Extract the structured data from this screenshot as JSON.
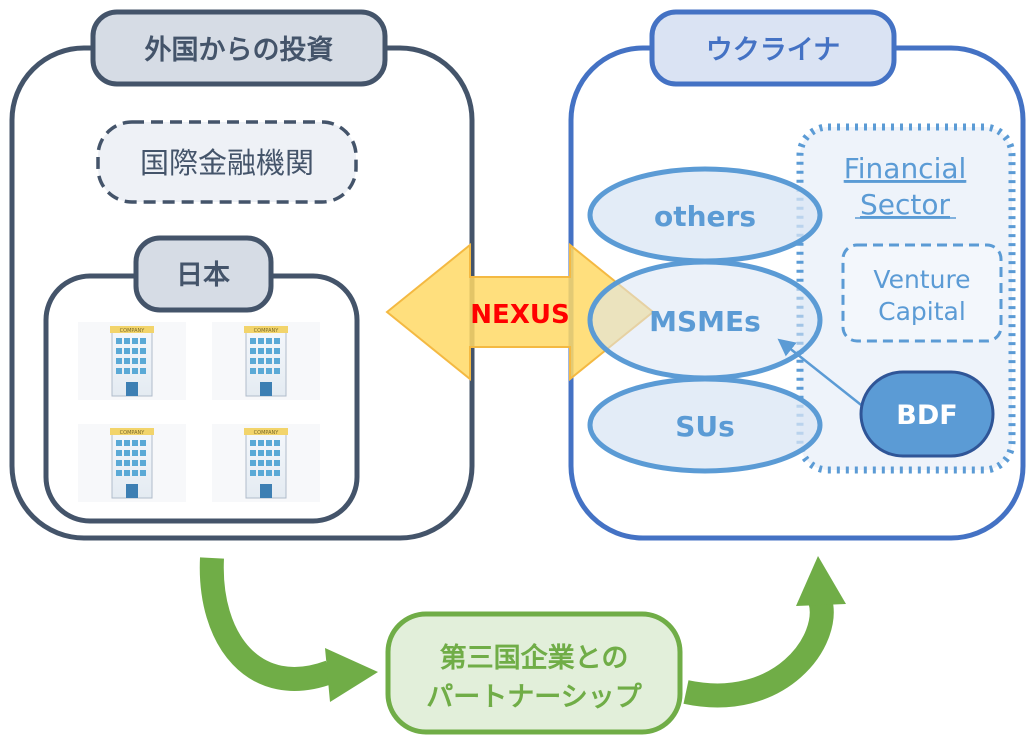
{
  "left_panel": {
    "title": "外国からの投資",
    "institution_label": "国際金融機関",
    "japan_label": "日本",
    "company_sign": "COMPANY"
  },
  "right_panel": {
    "title": "ウクライナ",
    "others_label": "others",
    "msmes_label": "MSMEs",
    "sus_label": "SUs",
    "financial_sector_line1": "Financial",
    "financial_sector_line2": "Sector",
    "venture_line1": "Venture",
    "venture_line2": "Capital",
    "bdf_label": "BDF"
  },
  "nexus_label": "NEXUS",
  "partnership": {
    "line1": "第三国企業との",
    "line2": "パートナーシップ"
  },
  "colors": {
    "left_border": "#44546a",
    "left_fill": "#d6dce5",
    "right_border": "#4472c4",
    "right_fill": "#dae3f3",
    "ellipse_border": "#5b9bd5",
    "nexus_arrow": "#ffd966",
    "nexus_text": "#ff0000",
    "green": "#70ad47",
    "green_fill": "#e2efda",
    "bdf_fill": "#5b9bd5"
  }
}
